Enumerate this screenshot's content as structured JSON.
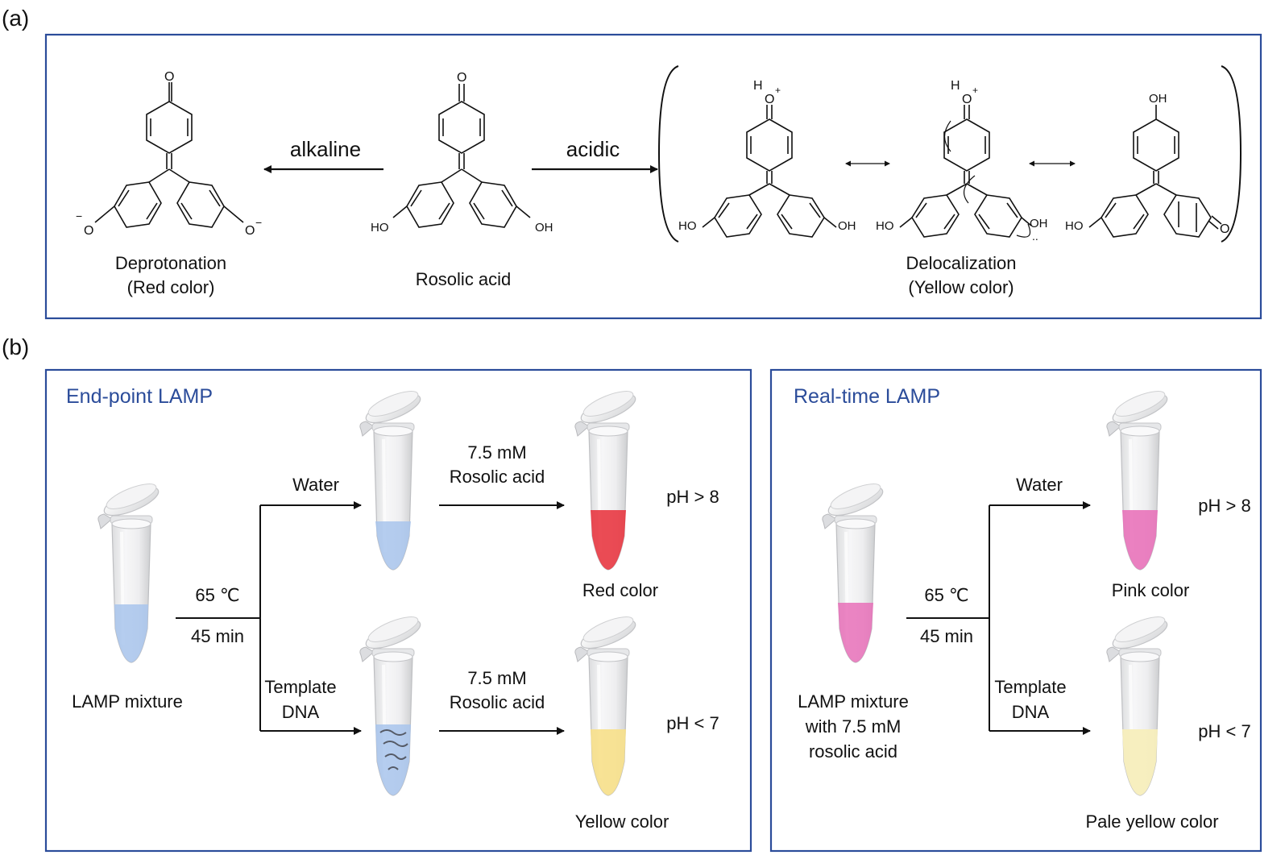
{
  "panel_a": {
    "tag": "(a)",
    "alkaline": "alkaline",
    "acidic": "acidic",
    "deprot_line1": "Deprotonation",
    "deprot_line2": "(Red color)",
    "rosolic": "Rosolic acid",
    "deloc_line1": "Delocalization",
    "deloc_line2": "(Yellow color)",
    "atoms": {
      "O": "O",
      "OH": "OH",
      "HO": "HO",
      "H": "H",
      "neg": "−",
      "plus": "+",
      "lonepair": ".."
    }
  },
  "panel_b": {
    "tag": "(b)",
    "endpoint": {
      "title": "End-point LAMP",
      "mixture": "LAMP mixture",
      "temp": "65 ℃",
      "time": "45 min",
      "water": "Water",
      "template_l1": "Template",
      "template_l2": "DNA",
      "reagent_l1": "7.5 mM",
      "reagent_l2": "Rosolic acid",
      "reagent2_l1": "7.5 mM",
      "reagent2_l2": "Rosolic acid",
      "ph_high": "pH > 8",
      "ph_low": "pH < 7",
      "result_top": "Red color",
      "result_bottom": "Yellow color"
    },
    "realtime": {
      "title": "Real-time LAMP",
      "mixture_l1": "LAMP mixture",
      "mixture_l2": "with 7.5 mM",
      "mixture_l3": "rosolic acid",
      "temp": "65 ℃",
      "time": "45 min",
      "water": "Water",
      "template_l1": "Template",
      "template_l2": "DNA",
      "ph_high": "pH > 8",
      "ph_low": "pH < 7",
      "result_top": "Pink color",
      "result_bottom": "Pale yellow color"
    }
  },
  "colors": {
    "frame": "#2b4c9a",
    "title_blue": "#2b4c9a",
    "liquid_blue": "#a8c4ec",
    "liquid_red": "#e8333d",
    "liquid_yellow": "#f7e08a",
    "liquid_pink": "#e870b8",
    "liquid_pale_yellow": "#f7eebc"
  }
}
